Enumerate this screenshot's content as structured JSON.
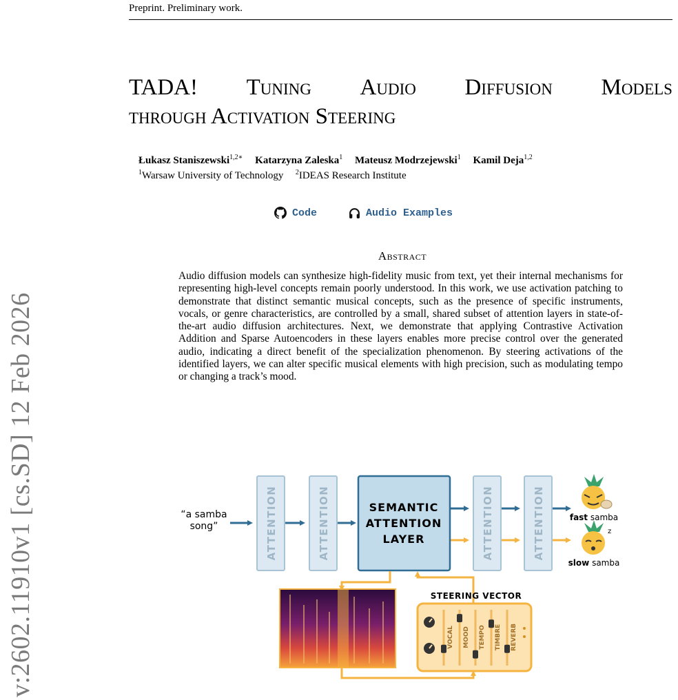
{
  "header": {
    "preprint": "Preprint. Preliminary work."
  },
  "arxiv": {
    "id": "v:2602.11910v1  [cs.SD]  12 Feb 2026"
  },
  "title": {
    "line1_words": [
      "TADA!",
      "Tuning",
      "Audio",
      "Diffusion",
      "Models"
    ],
    "line2": "through Activation Steering"
  },
  "authors": [
    {
      "name": "Łukasz Staniszewski",
      "sup": "1,2∗"
    },
    {
      "name": "Katarzyna Zaleska",
      "sup": "1"
    },
    {
      "name": "Mateusz Modrzejewski",
      "sup": "1"
    },
    {
      "name": "Kamil Deja",
      "sup": "1,2"
    }
  ],
  "affiliations": [
    {
      "sup": "1",
      "name": "Warsaw University of Technology"
    },
    {
      "sup": "2",
      "name": "IDEAS Research Institute"
    }
  ],
  "links": [
    {
      "label": "Code",
      "icon": "github-icon"
    },
    {
      "label": "Audio Examples",
      "icon": "headphones-icon"
    }
  ],
  "abstract": {
    "heading": "Abstract",
    "text": "Audio diffusion models can synthesize high-fidelity music from text, yet their internal mechanisms for representing high-level concepts remain poorly understood. In this work, we use activation patching to demonstrate that distinct semantic musical concepts, such as the presence of specific instruments, vocals, or genre characteristics, are controlled by a small, shared subset of attention layers in state-of-the-art audio diffusion architectures. Next, we demonstrate that applying Contrastive Activation Addition and Sparse Autoencoders in these layers enables more precise control over the generated audio, indicating a direct benefit of the specialization phenomenon. By steering activations of the identified layers, we can alter specific musical elements with high precision, such as modulating tempo or changing a track’s mood."
  },
  "figure": {
    "prompt_line1": "“a samba",
    "prompt_line2": "song”",
    "attention_label": "ATTENTION",
    "semantic_line1": "SEMANTIC",
    "semantic_line2": "ATTENTION",
    "semantic_line3": "LAYER",
    "steering_label": "STEERING VECTOR",
    "sliders": [
      "VOCAL",
      "MOOD",
      "TEMPO",
      "TIMBRE",
      "REVERB"
    ],
    "slider_levels": [
      0.3,
      0.85,
      0.2,
      0.75,
      0.3
    ],
    "output_fast_bold": "fast",
    "output_fast_rest": " samba",
    "output_slow_bold": "slow",
    "output_slow_rest": " samba",
    "sleep_mark": "z",
    "colors": {
      "attention_fill": "#dce9f2",
      "attention_border": "#a9c3d6",
      "attention_text": "#9fb6c7",
      "semantic_fill": "#c2dbea",
      "semantic_border": "#2f6d95",
      "blue_arrow": "#2f6d95",
      "orange_arrow": "#f5b340",
      "steering_fill": "#fde3b1"
    }
  }
}
